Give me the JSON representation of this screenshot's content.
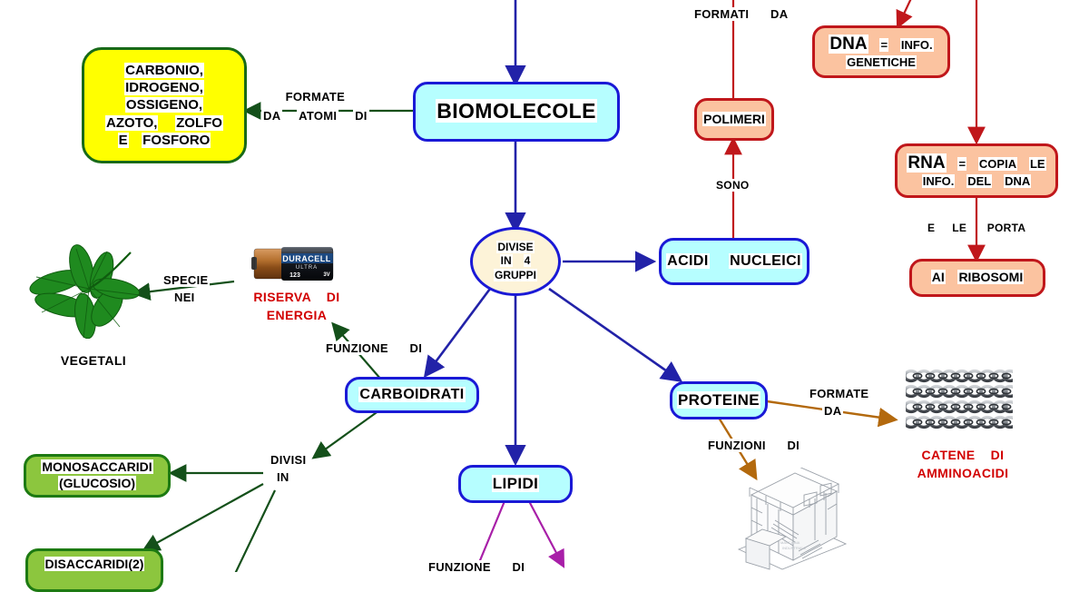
{
  "diagram": {
    "title": "BIOMOLECOLE",
    "language": "it"
  },
  "nodes": {
    "biomolecole": {
      "label": "BIOMOLECOLE",
      "fill": "#b6feff",
      "stroke": "#1a19d6"
    },
    "elementi": {
      "line1": "CARBONIO,",
      "line2": "IDROGENO,",
      "line3": "OSSIGENO,",
      "line4a": "AZOTO,",
      "line4b": "ZOLFO",
      "line5a": "E",
      "line5b": "FOSFORO",
      "fill": "#ffff00",
      "stroke": "#186a18"
    },
    "divise": {
      "l1": "DIVISE",
      "l2a": "IN",
      "l2b": "4",
      "l3": "GRUPPI",
      "fill": "#fdf3d8",
      "stroke": "#1a19d6"
    },
    "acidi_nucleici": {
      "a": "ACIDI",
      "b": "NUCLEICI",
      "fill": "#b6feff",
      "stroke": "#1a19d6"
    },
    "carboidrati": {
      "label": "CARBOIDRATI",
      "fill": "#b6feff",
      "stroke": "#1a19d6"
    },
    "lipidi": {
      "label": "LIPIDI",
      "fill": "#b6feff",
      "stroke": "#1a19d6"
    },
    "proteine": {
      "label": "PROTEINE",
      "fill": "#b6feff",
      "stroke": "#1a19d6"
    },
    "polimeri": {
      "label": "POLIMERI",
      "fill": "#fbc3a0",
      "stroke": "#c0171b"
    },
    "dna": {
      "a": "DNA",
      "eq": "=",
      "b": "INFO.",
      "c": "GENETICHE",
      "fill": "#fbc3a0",
      "stroke": "#c0171b"
    },
    "rna": {
      "a": "RNA",
      "eq": "=",
      "b": "COPIA",
      "c": "LE",
      "d": "INFO.",
      "e": "DEL",
      "f": "DNA",
      "fill": "#fbc3a0",
      "stroke": "#c0171b"
    },
    "ribosomi": {
      "a": "AI",
      "b": "RIBOSOMI",
      "fill": "#fbc3a0",
      "stroke": "#c0171b"
    },
    "monosaccaridi": {
      "l1": "MONOSACCARIDI",
      "l2": "(GLUCOSIO)",
      "fill": "#8cc63e",
      "stroke": "#1d7a12"
    },
    "disaccaridi": {
      "l1": "DISACCARIDI(2)",
      "fill": "#8cc63e",
      "stroke": "#1d7a12"
    }
  },
  "edge_labels": {
    "formate_da_atomi_di": {
      "l1": "FORMATE",
      "l2a": "DA",
      "l2b": "ATOMI",
      "l2c": "DI"
    },
    "formati_da": {
      "a": "FORMATI",
      "b": "DA"
    },
    "sono": {
      "a": "SONO"
    },
    "e_le_porta": {
      "a": "E",
      "b": "LE",
      "c": "PORTA"
    },
    "specie_nei": {
      "l1": "SPECIE",
      "l2": "NEI"
    },
    "funzione_di_carbo": {
      "a": "FUNZIONE",
      "b": "DI"
    },
    "divisi_in": {
      "l1": "DIVISI",
      "l2": "IN"
    },
    "formate_da_prot": {
      "l1": "FORMATE",
      "l2": "DA"
    },
    "funzioni_di_prot": {
      "a": "FUNZIONI",
      "b": "DI"
    },
    "funzione_di_lip": {
      "a": "FUNZIONE",
      "b": "DI"
    }
  },
  "captions": {
    "vegetali": "VEGETALI",
    "riserva_energia": {
      "l1a": "RISERVA",
      "l1b": "DI",
      "l2": "ENERGIA",
      "color": "#d20000"
    },
    "catene_amminoacidi": {
      "l1a": "CATENE",
      "l1b": "DI",
      "l2": "AMMINOACIDI",
      "color": "#d20000"
    }
  },
  "images": {
    "leaf": "green-leaf-icon",
    "battery": {
      "name": "duracell-battery-image",
      "brand": "DURACELL",
      "sub": "ULTRA",
      "model": "123",
      "volts": "3V"
    },
    "chains": "metal-chains-image",
    "machine": "industrial-machine-drawing"
  },
  "colors": {
    "blue_edge": "#2222a8",
    "red_edge": "#c0171b",
    "green_edge": "#14501a",
    "brown_edge": "#b3690d",
    "magenta_edge": "#a81fa8"
  }
}
